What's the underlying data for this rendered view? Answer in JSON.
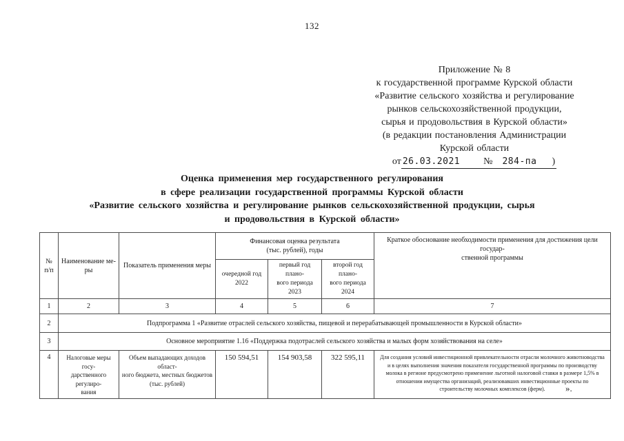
{
  "page": {
    "number": "132"
  },
  "annex_block": {
    "lines": [
      "Приложение № 8",
      "к государственной программе Курской области",
      "«Развитие сельского хозяйства и регулирование",
      "рынков сельскохозяйственной продукции,",
      "сырья и продовольствия в Курской области»",
      "(в редакции постановления Администрации",
      "Курской области"
    ],
    "date_line": {
      "prefix": "от",
      "date": "26.03.2021",
      "number_sign": "№",
      "number": "284-па",
      "suffix": ")"
    }
  },
  "title": {
    "lines": [
      "Оценка применения мер государственного регулирования",
      "в сфере реализации государственной программы Курской области",
      "«Развитие сельского хозяйства и регулирование рынков сельскохозяйственной продукции, сырья",
      "и продовольствия в Курской области»"
    ]
  },
  "table": {
    "header": {
      "num": "№\nп/п",
      "measure_name": "Наименование ме-\nры",
      "indicator": "Показатель применения меры",
      "financial": "Финансовая оценка результата\n(тыс. рублей), годы",
      "year_current": "очередной год\n2022",
      "year_first": "первый год плано-\nвого периода\n2023",
      "year_second": "второй год плано-\nвого периода\n2024",
      "justification": "Краткое обоснование необходимости применения для достижения цели государ-\nственной программы"
    },
    "column_numbers": [
      "1",
      "2",
      "3",
      "4",
      "5",
      "6",
      "7"
    ],
    "rows": [
      {
        "num": "2",
        "span_text": "Подпрограмма 1 «Развитие отраслей сельского хозяйства, пищевой и перерабатывающей промышленности в Курской области»"
      },
      {
        "num": "3",
        "span_text": "Основное мероприятие 1.16 «Поддержка подотраслей сельского хозяйства и малых форм хозяйствования на селе»"
      },
      {
        "num": "4",
        "measure": "Налоговые меры госу-\nдарственного регулиро-\nвания",
        "indicator": "Объем выпадающих доходов област-\nного бюджета, местных бюджетов\n(тыс. рублей)",
        "value_2022": "150 594,51",
        "value_2023": "154 903,58",
        "value_2024": "322 595,11",
        "justification": "Для создания условий инвестиционной привлекательности отрасли молочного животноводства и в целях выполнения значения показателя государственной программы по производству молока в регионе предусмотрено применение льготной налоговой ставки в размере 1,5% в отношении имущества организаций, реализовавших инвестиционные проекты по строительству молочных комплексов (ферм)."
      }
    ]
  },
  "closing_mark": "»."
}
